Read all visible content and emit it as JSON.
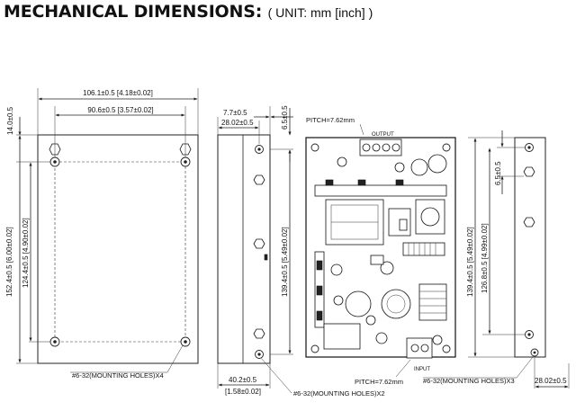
{
  "heading": {
    "title": "MECHANICAL DIMENSIONS:",
    "unit_prefix": "( UNIT: mm",
    "unit_inch": "[inch]",
    "unit_suffix": ")"
  },
  "front_view": {
    "width_outer": "106.1±0.5  [4.18±0.02]",
    "width_inner": "90.6±0.5  [3.57±0.02]",
    "height_outer": "152.4±0.5  [6.00±0.02]",
    "height_inner": "124.4±0.5  [4.90±0.02]",
    "top_offset": "14.0±0.5",
    "mounting_holes": "#6-32(MOUNTING HOLES)X4"
  },
  "side_view": {
    "top_offset_a": "7.7±0.5",
    "top_offset_b": "28.02±0.5",
    "top_vertical": "6.5±0.5",
    "height": "139.4±0.5  [5.49±0.02]",
    "width_mm": "40.2±0.5",
    "width_inch": "[1.58±0.02]",
    "mounting_holes": "#6-32(MOUNTING HOLES)X2"
  },
  "board_view": {
    "pitch_top": "PITCH=7.62mm",
    "output_label": "OUTPUT",
    "pitch_bottom": "PITCH=7.62mm",
    "input_label": "INPUT"
  },
  "right_view": {
    "top_vertical": "6.5±0.5",
    "height_outer": "139.4±0.5  [5.49±0.02]",
    "height_inner": "126.8±0.5  [4.99±0.02]",
    "mounting_holes": "#6-32(MOUNTING HOLES)X3",
    "bottom_offset": "28.02±0.5"
  }
}
